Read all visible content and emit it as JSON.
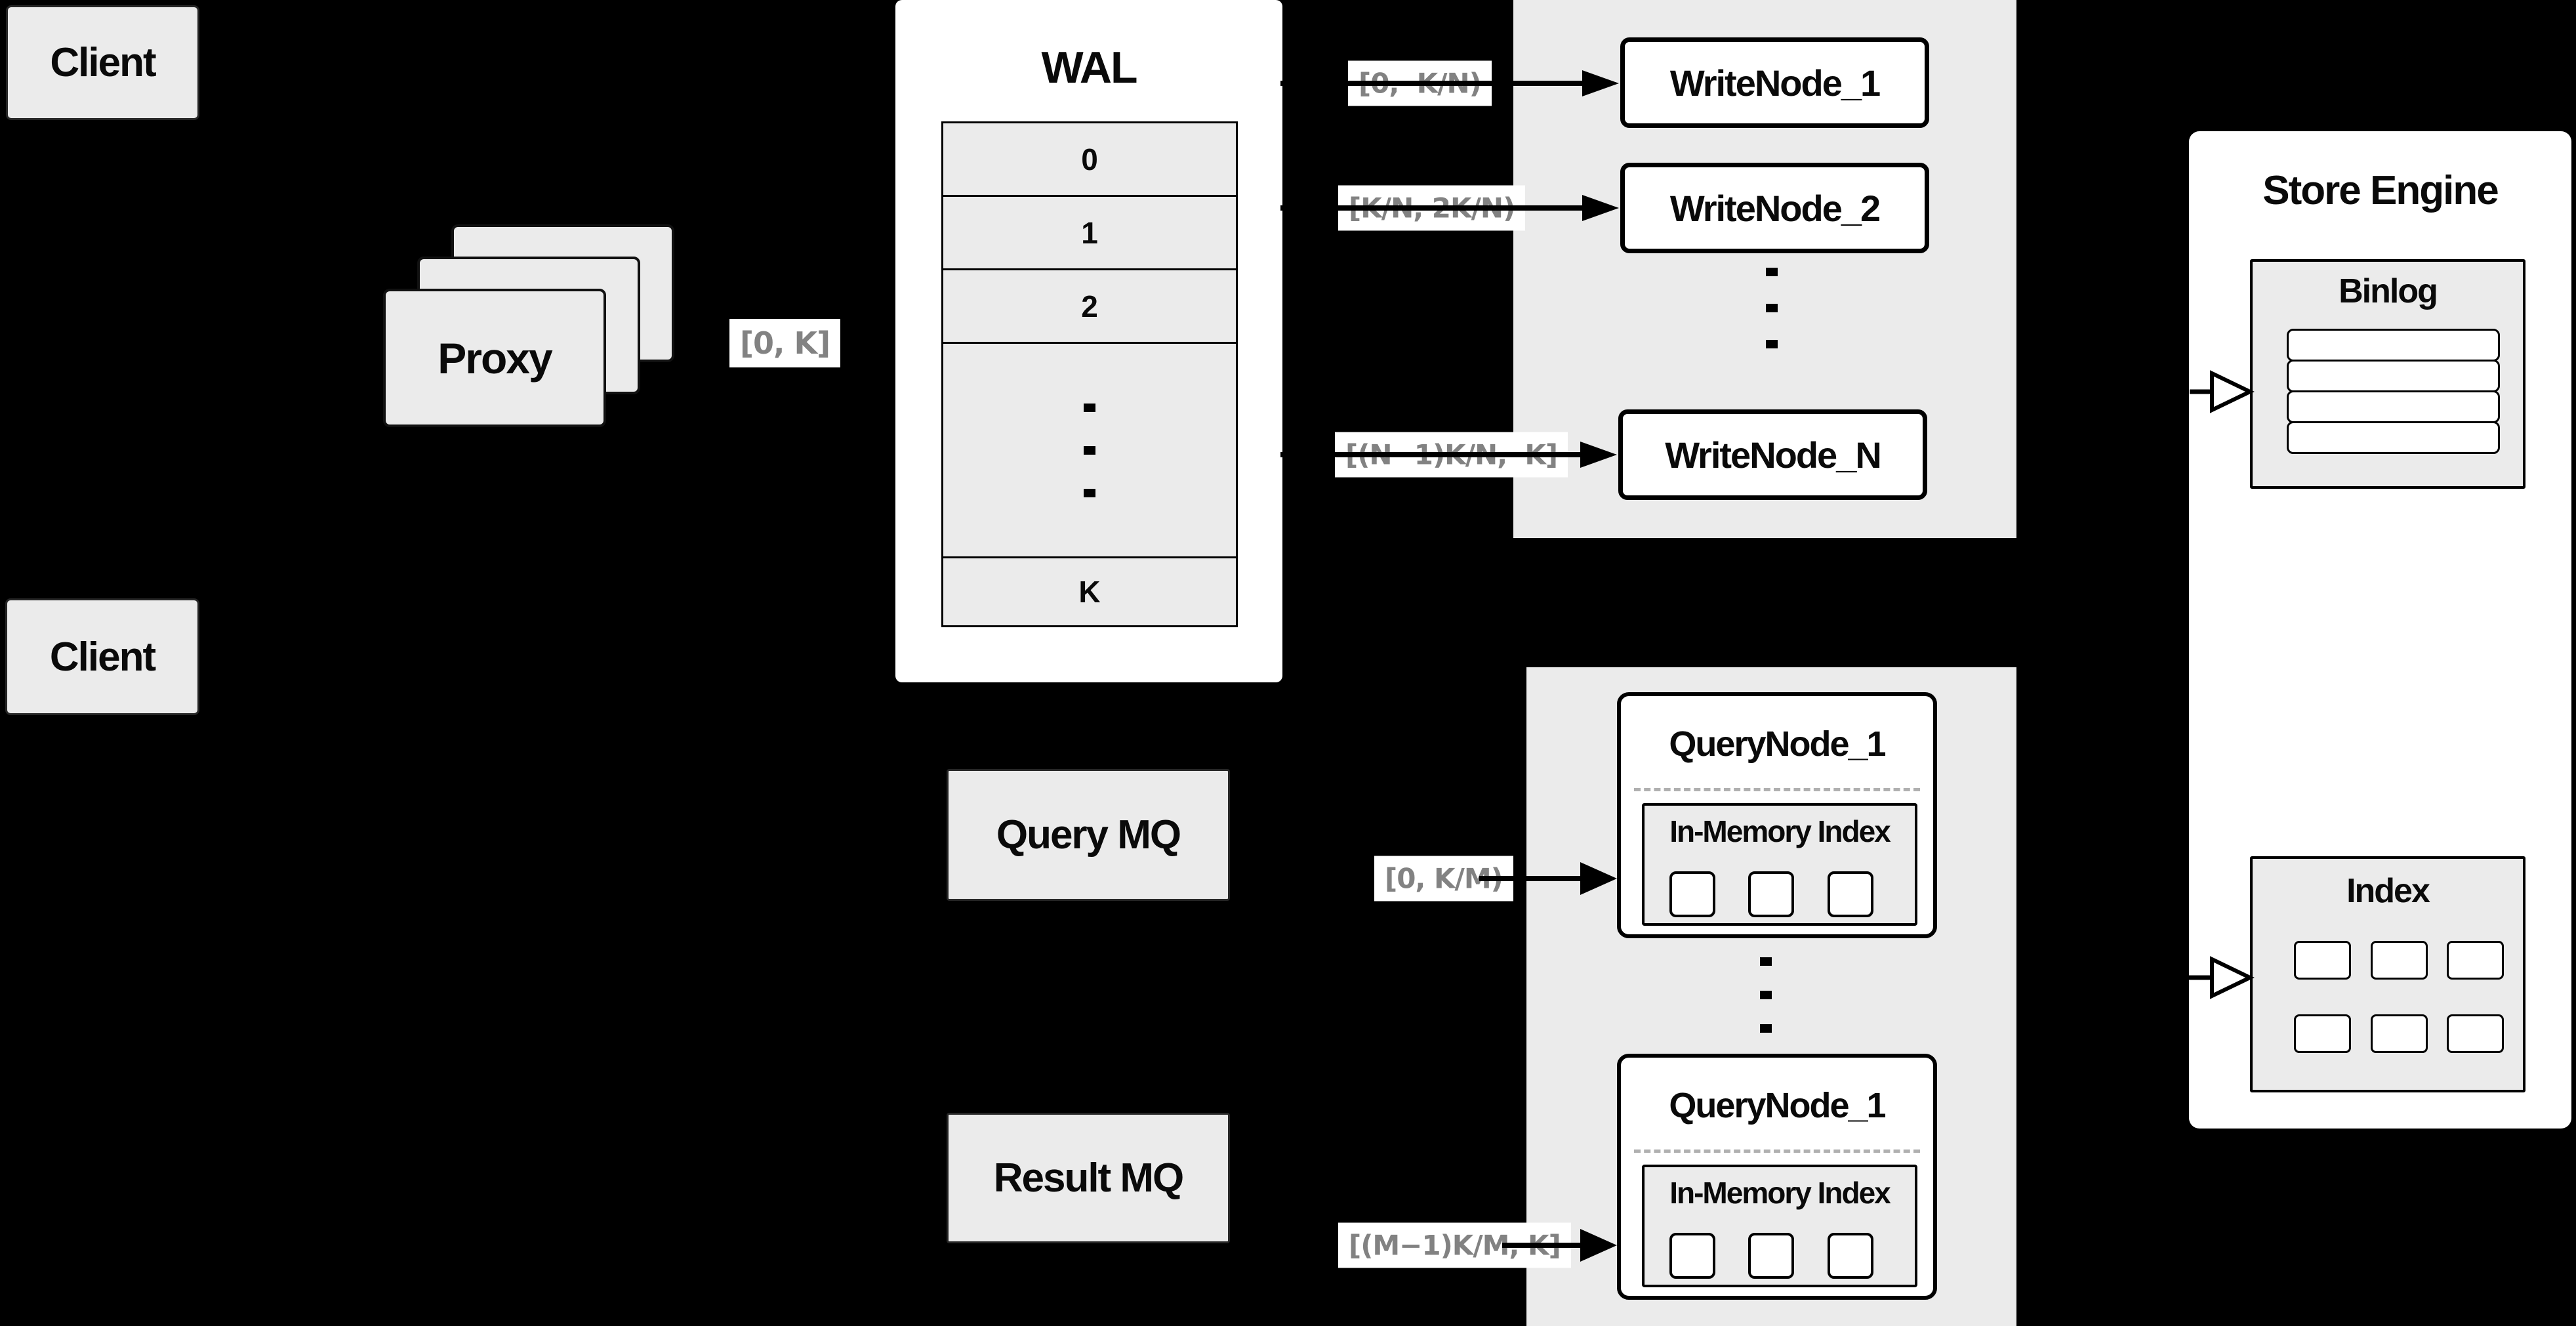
{
  "colors": {
    "background": "#000000",
    "panel_gray": "#ebebeb",
    "box_white": "#ffffff",
    "ink": "#000000",
    "label_gray": "#828282"
  },
  "clients": {
    "top_label": "Client",
    "bottom_label": "Client"
  },
  "proxy": {
    "label": "Proxy"
  },
  "range_labels": {
    "proxy_out": "[0, K]",
    "write_1": "[0,  K/N)",
    "write_2": "[K/N, 2K/N)",
    "write_n": "[(N−1)K/N,  K]",
    "query_in": "[0, K/M)",
    "query_out": "[(M−1)K/M, K]"
  },
  "wal": {
    "title": "WAL",
    "rows": [
      "0",
      "1",
      "2"
    ],
    "last_row": "K"
  },
  "write_group": {
    "node_1": "WriteNode_1",
    "node_2": "WriteNode_2",
    "node_n": "WriteNode_N"
  },
  "mq": {
    "query_label": "Query MQ",
    "result_label": "Result MQ"
  },
  "query_group": {
    "node_1": {
      "title": "QueryNode_1",
      "index_title": "In-Memory Index"
    },
    "node_2": {
      "title": "QueryNode_1",
      "index_title": "In-Memory Index"
    }
  },
  "store": {
    "title": "Store Engine",
    "binlog_title": "Binlog",
    "index_title": "Index"
  }
}
